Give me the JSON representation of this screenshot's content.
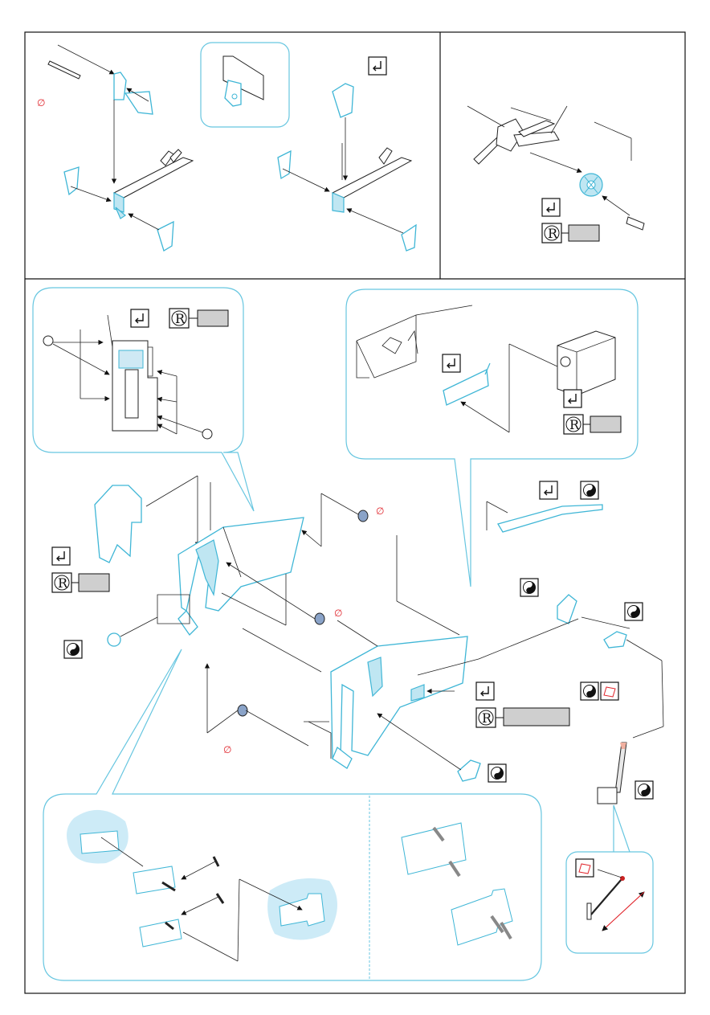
{
  "sheet": {
    "title": "",
    "colors": {
      "photo_etch_part": "#3fb6d6",
      "resin_or_kit_part": "#222222",
      "highlight": "#bfe6f2",
      "warning_red": "#e0242b",
      "grey_tag": "#cfcfcf"
    }
  },
  "symbols": {
    "bend_icon": "bend-arrow-icon",
    "resin_icon": "resin-R-icon",
    "yinyang_icon": "yin-yang-icon",
    "remove_icon": "diameter-cut-icon",
    "scribe_icon": "scribe-template-icon",
    "r_letter": "R",
    "cut_mark": "∅"
  },
  "panels": [
    {
      "id": "upper-left",
      "description_visible": false
    },
    {
      "id": "upper-right",
      "description_visible": false
    },
    {
      "id": "main",
      "description_visible": false
    }
  ]
}
